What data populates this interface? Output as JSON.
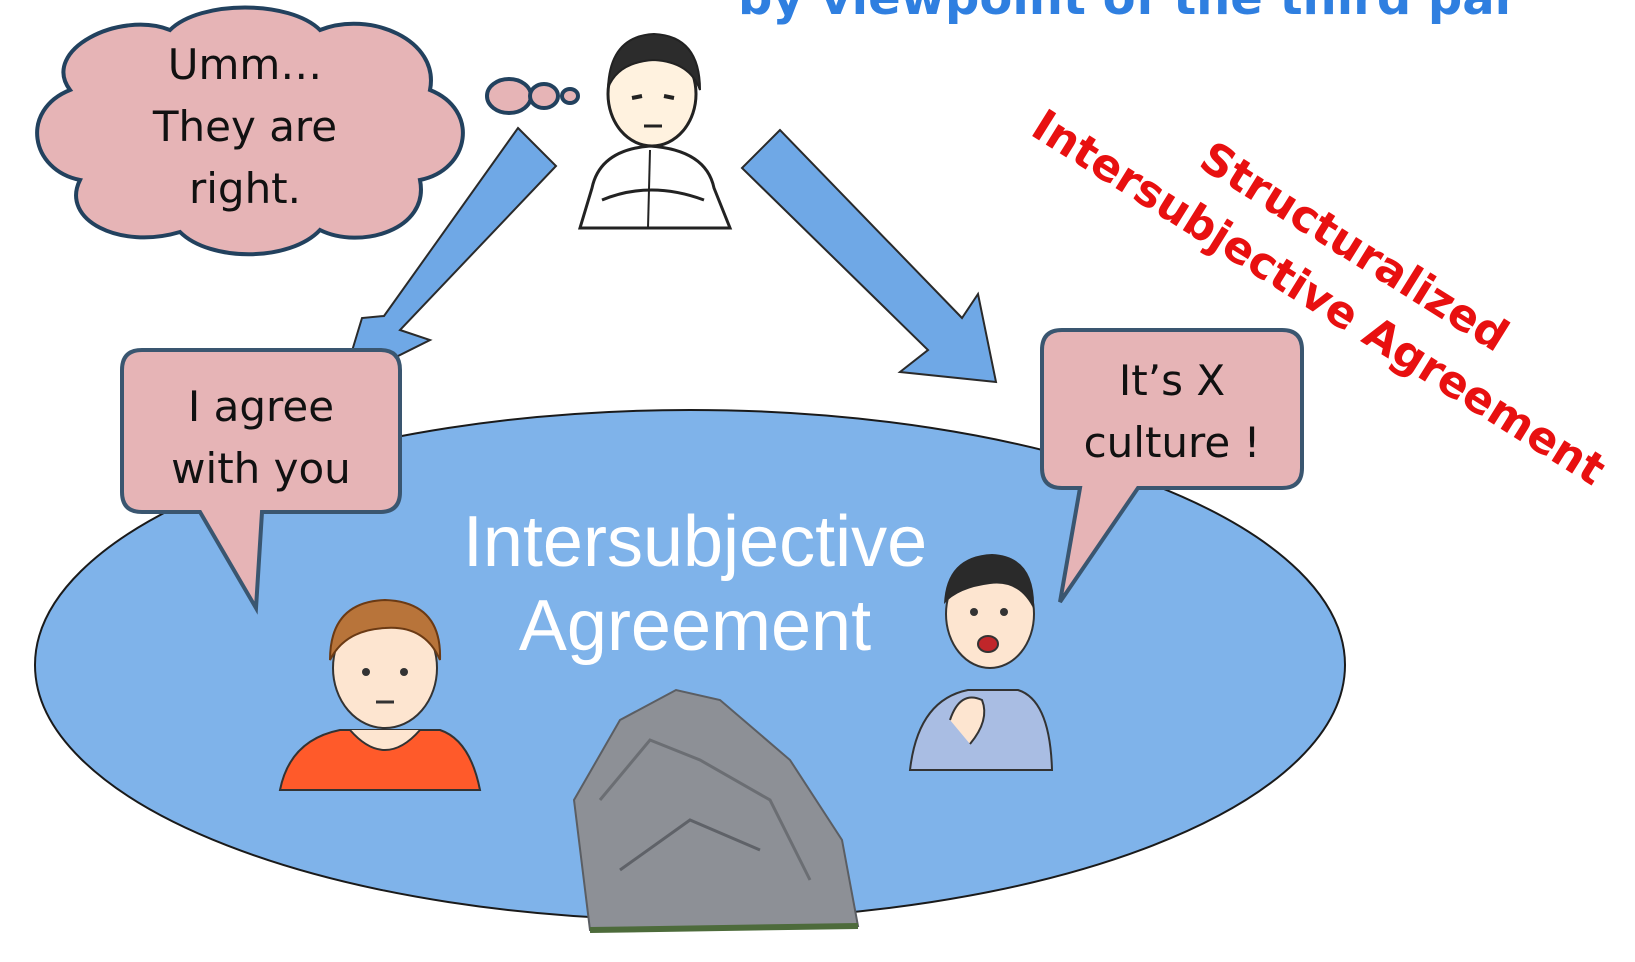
{
  "header": {
    "title": "by viewpoint of the third par"
  },
  "label": {
    "line1": "Structuralized",
    "line2": "Intersubjective Agreement"
  },
  "thought_bubble": {
    "line1": "Umm…",
    "line2": "They are",
    "line3": "right."
  },
  "left_speech": {
    "line1": "I agree",
    "line2": "with you"
  },
  "right_speech": {
    "line1": "It’s X",
    "line2": "culture !"
  },
  "center": {
    "line1": "Intersubjective",
    "line2": "Agreement"
  },
  "colors": {
    "title_blue": "#2f7fe0",
    "label_red": "#e81010",
    "ellipse": "#7fb3ea",
    "bubble": "#e6b4b6",
    "arrow": "#6fa8e6"
  }
}
